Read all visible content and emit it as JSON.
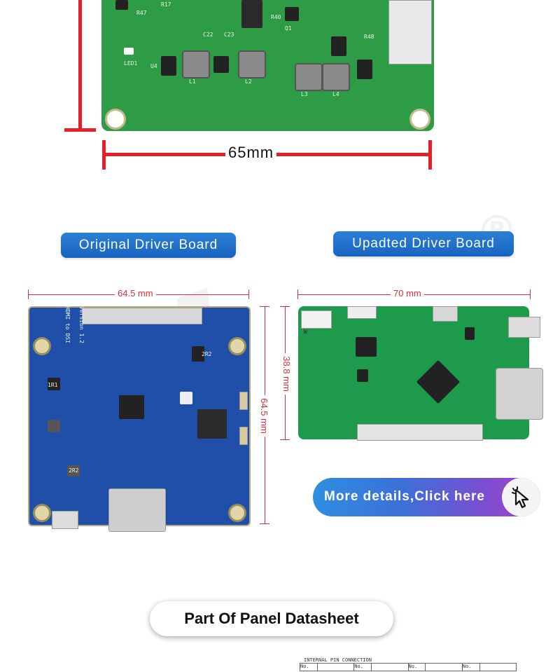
{
  "top_board": {
    "width_label": "65mm",
    "silk_texts": [
      "R17",
      "R47",
      "LED1",
      "L1",
      "L2",
      "L3",
      "L4",
      "U4",
      "R40",
      "R48",
      "Q1",
      "C22",
      "C23"
    ]
  },
  "comparison": {
    "original": {
      "title": "Original Driver Board",
      "width_label": "64.5 mm",
      "height_label": "64.5 mm",
      "silk_texts": [
        "HDMI to DSI",
        "Version 1.2",
        "2R2",
        "1R1",
        "2R2"
      ]
    },
    "updated": {
      "title": "Upadted Driver Board",
      "width_label": "70 mm",
      "height_label": "38.8 mm",
      "silk_texts": [
        "W"
      ]
    }
  },
  "cta": {
    "label": "More details,Click here",
    "icon": "cursor-click-icon"
  },
  "datasheet": {
    "title": "Part Of Panel Datasheet",
    "table_caption": "INTERNAL PIN CONNECTION",
    "table_headers": [
      "No.",
      "",
      "No.",
      "",
      "No.",
      "",
      "No.",
      ""
    ]
  },
  "colors": {
    "accent_blue": "#1f6fd0",
    "dimension_red": "#d6303a",
    "ruler_red": "#e5202a",
    "pcb_green": "#1e9a4c",
    "pcb_blue": "#1f4fa8"
  }
}
